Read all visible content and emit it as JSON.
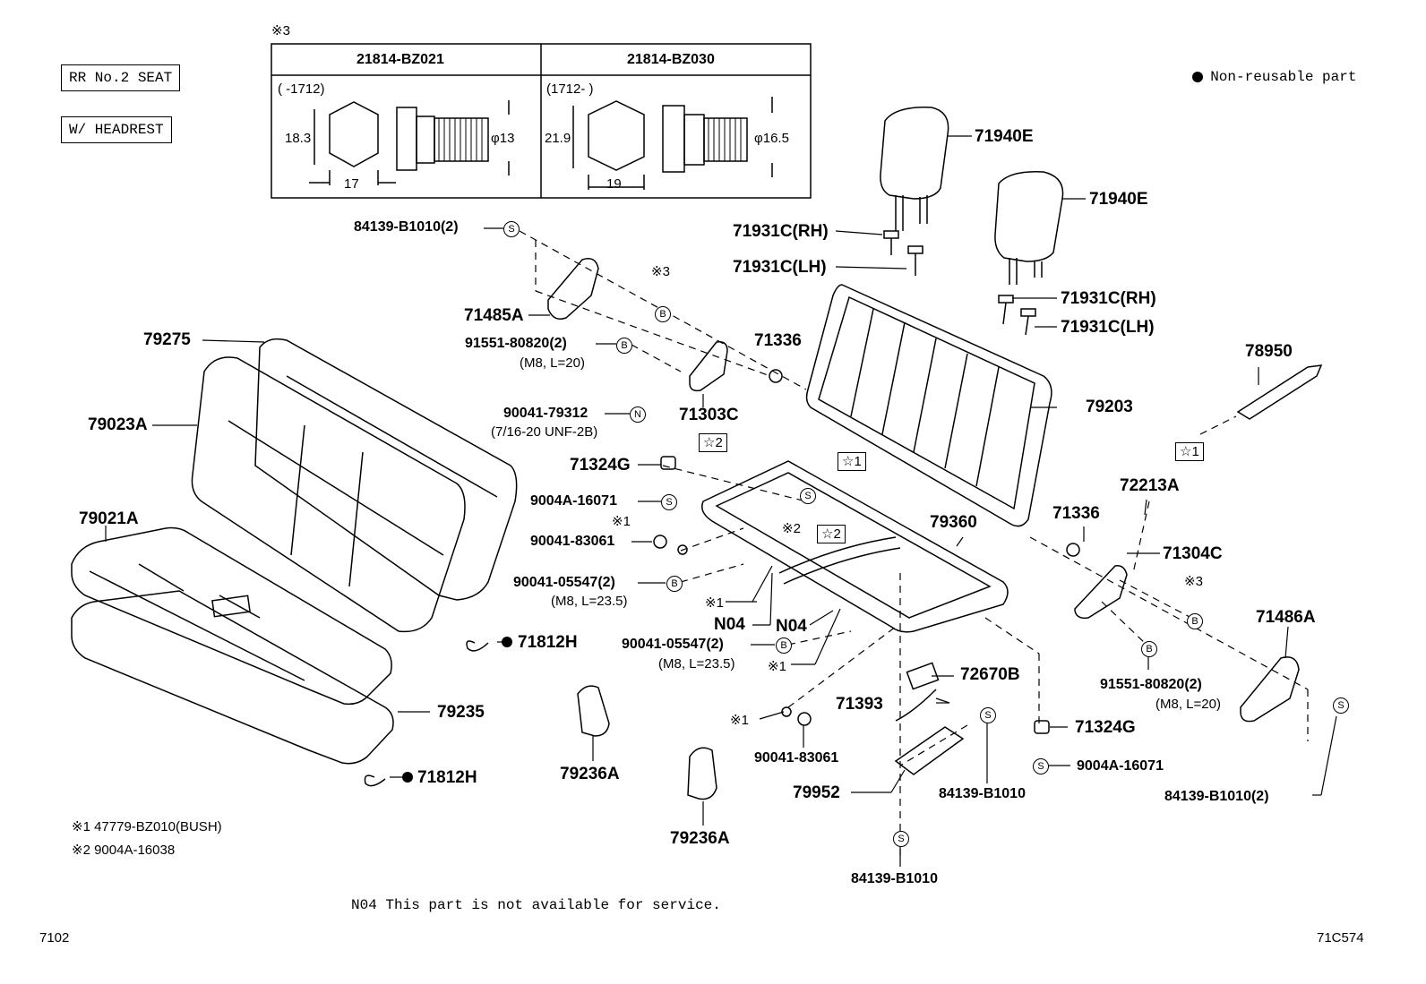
{
  "header": {
    "seat_label": "RR No.2 SEAT",
    "headrest_label": "W/ HEADREST",
    "legend": "● Non-reusable part",
    "table_note": "※3"
  },
  "table": {
    "col1": {
      "part": "21814-BZ021",
      "range": "(    -1712)",
      "height": "18.3",
      "width": "17",
      "dia": "φ13"
    },
    "col2": {
      "part": "21814-BZ030",
      "range": "(1712-    )",
      "height": "21.9",
      "width": "19",
      "dia": "φ16.5"
    }
  },
  "labels": {
    "p71940E_a": "71940E",
    "p71940E_b": "71940E",
    "p71931C_rh_a": "71931C(RH)",
    "p71931C_lh_a": "71931C(LH)",
    "p71931C_rh_b": "71931C(RH)",
    "p71931C_lh_b": "71931C(LH)",
    "p84139_2_a": "84139-B1010(2)",
    "p71485A": "71485A",
    "note3_a": "※3",
    "p91551_a": "91551-80820(2)",
    "p91551_a_sub": "(M8, L=20)",
    "p71336_a": "71336",
    "p79275": "79275",
    "p79023A": "79023A",
    "p90041_79312": "90041-79312",
    "p90041_79312_sub": "(7/16-20 UNF-2B)",
    "p71303C": "71303C",
    "p71324G_a": "71324G",
    "p9004A_a": "9004A-16071",
    "note1_a": "※1",
    "p90041_83061_a": "90041-83061",
    "p79021A": "79021A",
    "p90041_05547_a": "90041-05547(2)",
    "p90041_05547_a_sub": "(M8, L=23.5)",
    "note1_b": "※1",
    "n04_a": "N04",
    "n04_b": "N04",
    "p90041_05547_b": "90041-05547(2)",
    "p90041_05547_b_sub": "(M8, L=23.5)",
    "note1_c": "※1",
    "note2_a": "※2",
    "p79360": "79360",
    "p79203": "79203",
    "p78950": "78950",
    "p72213A": "72213A",
    "p71336_b": "71336",
    "p71304C": "71304C",
    "note3_b": "※3",
    "p71486A": "71486A",
    "p91551_b": "91551-80820(2)",
    "p91551_b_sub": "(M8, L=20)",
    "p84139_2_b": "84139-B1010(2)",
    "p71812H_a": "71812H",
    "p79235": "79235",
    "p71812H_b": "71812H",
    "p79236A_a": "79236A",
    "p79236A_b": "79236A",
    "p72670B": "72670B",
    "p71393": "71393",
    "note1_d": "※1",
    "p90041_83061_b": "90041-83061",
    "p79952": "79952",
    "p84139_a": "84139-B1010",
    "p84139_b": "84139-B1010",
    "p71324G_b": "71324G",
    "p9004A_b": "9004A-16071",
    "star1_a": "☆1",
    "star1_b": "☆1",
    "star2_a": "☆2",
    "star2_b": "☆2"
  },
  "footnotes": {
    "n1": "※1 47779-BZ010(BUSH)",
    "n2": "※2 9004A-16038",
    "n04": "N04 This part is not available for service."
  },
  "corner": {
    "left": "7102",
    "right": "71C574"
  }
}
